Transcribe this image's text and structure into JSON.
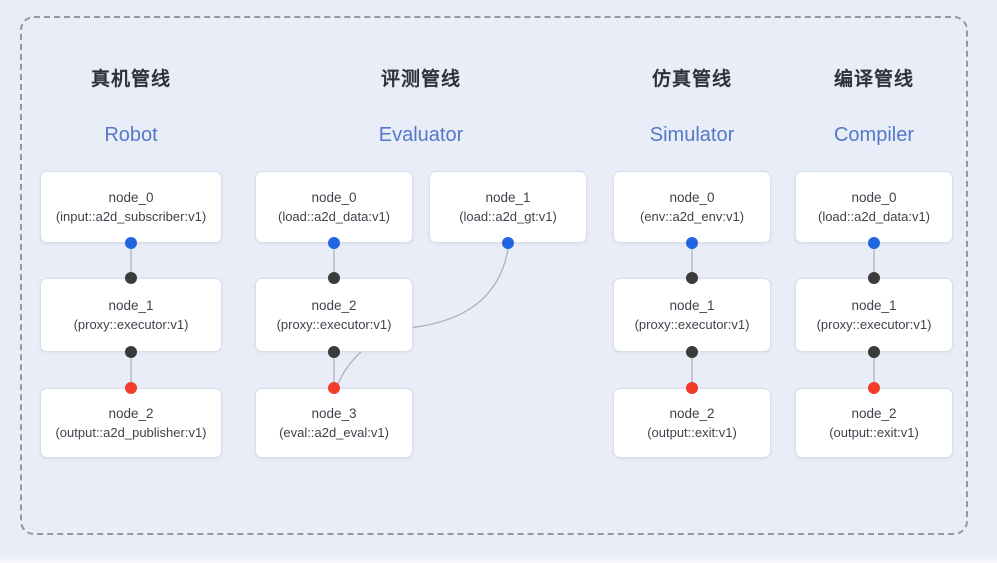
{
  "diagram": {
    "kind": "pipeline-graphs",
    "colors": {
      "background": "#e8edf8",
      "frame_dash": "#9198a6",
      "node_bg": "#ffffff",
      "node_border": "#d9dee6",
      "node_text": "#3e434c",
      "title_zh": "#2c313a",
      "title_en": "#5578c8",
      "edge": "#a9aeb7",
      "port_input_dot": "#1f66e0",
      "port_internal_dot": "#3b3b3b",
      "port_output_dot": "#f03c28"
    }
  },
  "pipelines": [
    {
      "title_zh": "真机管线",
      "title_en": "Robot",
      "nodes": [
        {
          "name": "node_0",
          "type": "(input::a2d_subscriber:v1)"
        },
        {
          "name": "node_1",
          "type": "(proxy::executor:v1)"
        },
        {
          "name": "node_2",
          "type": "(output::a2d_publisher:v1)"
        }
      ]
    },
    {
      "title_zh": "评测管线",
      "title_en": "Evaluator",
      "nodes": [
        {
          "name": "node_0",
          "type": "(load::a2d_data:v1)"
        },
        {
          "name": "node_1",
          "type": "(load::a2d_gt:v1)"
        },
        {
          "name": "node_2",
          "type": "(proxy::executor:v1)"
        },
        {
          "name": "node_3",
          "type": "(eval::a2d_eval:v1)"
        }
      ]
    },
    {
      "title_zh": "仿真管线",
      "title_en": "Simulator",
      "nodes": [
        {
          "name": "node_0",
          "type": "(env::a2d_env:v1)"
        },
        {
          "name": "node_1",
          "type": "(proxy::executor:v1)"
        },
        {
          "name": "node_2",
          "type": "(output::exit:v1)"
        }
      ]
    },
    {
      "title_zh": "编译管线",
      "title_en": "Compiler",
      "nodes": [
        {
          "name": "node_0",
          "type": "(load::a2d_data:v1)"
        },
        {
          "name": "node_1",
          "type": "(proxy::executor:v1)"
        },
        {
          "name": "node_2",
          "type": "(output::exit:v1)"
        }
      ]
    }
  ]
}
